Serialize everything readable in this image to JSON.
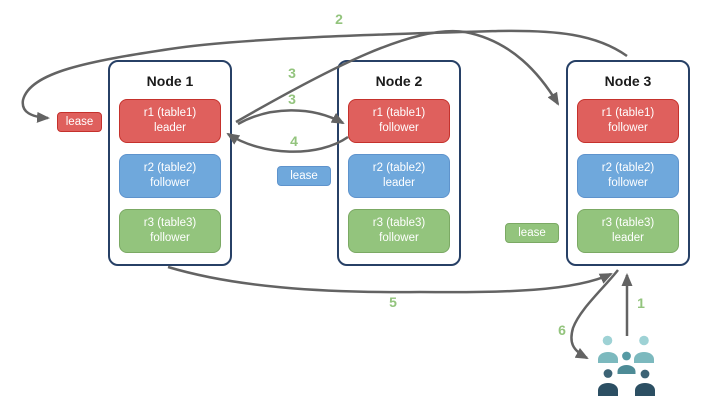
{
  "nodes": [
    {
      "title": "Node 1",
      "ranges": [
        {
          "line1": "r1 (table1)",
          "line2": "leader",
          "color": "red"
        },
        {
          "line1": "r2 (table2)",
          "line2": "follower",
          "color": "blue"
        },
        {
          "line1": "r3 (table3)",
          "line2": "follower",
          "color": "green"
        }
      ]
    },
    {
      "title": "Node 2",
      "ranges": [
        {
          "line1": "r1 (table1)",
          "line2": "follower",
          "color": "red"
        },
        {
          "line1": "r2 (table2)",
          "line2": "leader",
          "color": "blue"
        },
        {
          "line1": "r3 (table3)",
          "line2": "follower",
          "color": "green"
        }
      ]
    },
    {
      "title": "Node 3",
      "ranges": [
        {
          "line1": "r1 (table1)",
          "line2": "follower",
          "color": "red"
        },
        {
          "line1": "r2 (table2)",
          "line2": "follower",
          "color": "blue"
        },
        {
          "line1": "r3 (table3)",
          "line2": "leader",
          "color": "green"
        }
      ]
    }
  ],
  "leases": [
    {
      "label": "lease",
      "color": "red"
    },
    {
      "label": "lease",
      "color": "blue"
    },
    {
      "label": "lease",
      "color": "green"
    }
  ],
  "arrow_labels": {
    "n1": "1",
    "n2": "2",
    "n3a": "3",
    "n3b": "3",
    "n4": "4",
    "n5": "5",
    "n6": "6"
  },
  "icons": {
    "clients": "people-group-icon"
  },
  "colors": {
    "red_fill": "#df605d",
    "red_border": "#c5312c",
    "blue_fill": "#6fa8dc",
    "blue_border": "#5e93cc",
    "green_fill": "#93c47d",
    "green_border": "#7ba964",
    "node_border": "#274066",
    "arrow": "#636363",
    "label_green": "#93c47d",
    "people_light_head": "#9ed2d5",
    "people_light_body": "#7cb9be",
    "people_mid_head": "#569aa4",
    "people_mid_body": "#4d8b96",
    "people_dark_head": "#3c6375",
    "people_dark_body": "#2c4f63"
  }
}
